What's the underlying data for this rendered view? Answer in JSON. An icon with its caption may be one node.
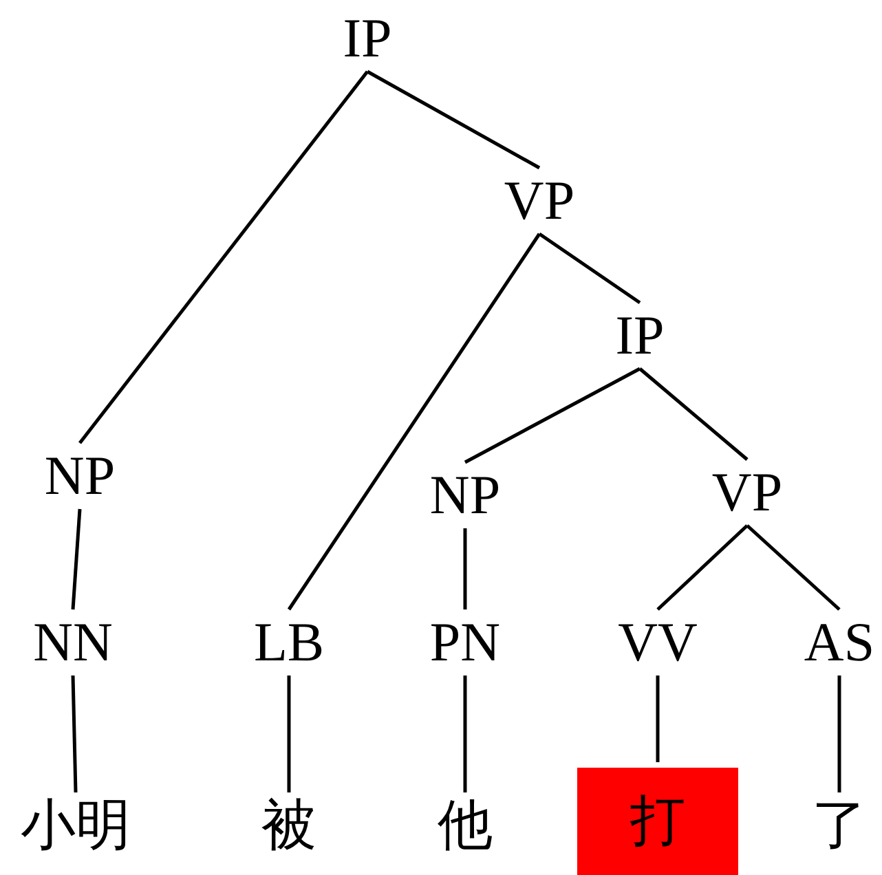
{
  "diagram": {
    "nodes": [
      {
        "text": [
          "IP"
        ]
      },
      {
        "text": [
          "VP"
        ]
      },
      {
        "text": [
          "NP"
        ]
      },
      {
        "text": [
          "IP"
        ]
      },
      {
        "text": [
          "NN"
        ]
      },
      {
        "text": [
          "LB"
        ]
      },
      {
        "text": [
          "NP"
        ]
      },
      {
        "text": [
          "VP"
        ]
      },
      {
        "text": [
          "PN"
        ]
      },
      {
        "text": [
          "VV"
        ]
      },
      {
        "text": [
          "AS"
        ]
      },
      {
        "text": [
          "小明"
        ]
      },
      {
        "text": [
          "被"
        ]
      },
      {
        "text": [
          "他"
        ]
      },
      {
        "text": [
          "打"
        ]
      },
      {
        "text": [
          "了"
        ]
      }
    ],
    "edges": [
      {
        "from": 0,
        "to": 2,
        "arrow": "none"
      },
      {
        "from": 0,
        "to": 1,
        "arrow": "none"
      },
      {
        "from": 1,
        "to": 5,
        "arrow": "none"
      },
      {
        "from": 1,
        "to": 3,
        "arrow": "none"
      },
      {
        "from": 3,
        "to": 6,
        "arrow": "none"
      },
      {
        "from": 3,
        "to": 7,
        "arrow": "none"
      },
      {
        "from": 2,
        "to": 4,
        "arrow": "none"
      },
      {
        "from": 4,
        "to": 11,
        "arrow": "none"
      },
      {
        "from": 5,
        "to": 12,
        "arrow": "none"
      },
      {
        "from": 6,
        "to": 8,
        "arrow": "none"
      },
      {
        "from": 8,
        "to": 13,
        "arrow": "none"
      },
      {
        "from": 7,
        "to": 9,
        "arrow": "none"
      },
      {
        "from": 7,
        "to": 10,
        "arrow": "none"
      },
      {
        "from": 9,
        "to": 14,
        "arrow": "none"
      },
      {
        "from": 10,
        "to": 15,
        "arrow": "none"
      }
    ]
  }
}
